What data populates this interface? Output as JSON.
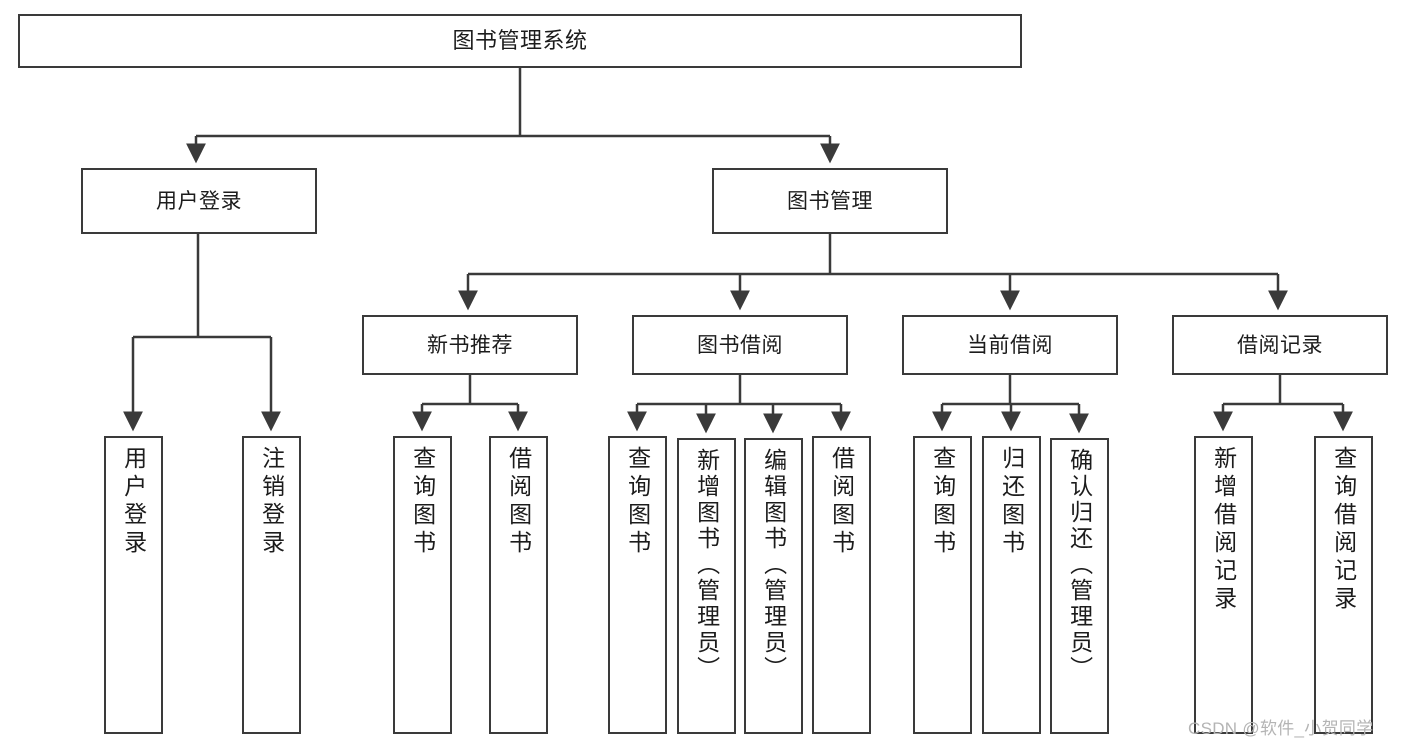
{
  "diagram": {
    "title": "图书管理系统",
    "type": "tree-hierarchy",
    "root": {
      "label": "图书管理系统"
    },
    "level2": [
      {
        "label": "用户登录"
      },
      {
        "label": "图书管理"
      }
    ],
    "level3": [
      {
        "label": "新书推荐"
      },
      {
        "label": "图书借阅"
      },
      {
        "label": "当前借阅"
      },
      {
        "label": "借阅记录"
      }
    ],
    "leaves": {
      "user_login": [
        {
          "label": "用户登录"
        },
        {
          "label": "注销登录"
        }
      ],
      "new_book_recommend": [
        {
          "label": "查询图书"
        },
        {
          "label": "借阅图书"
        }
      ],
      "book_borrow": [
        {
          "label": "查询图书"
        },
        {
          "label": "新增图书（管理员）"
        },
        {
          "label": "编辑图书（管理员）"
        },
        {
          "label": "借阅图书"
        }
      ],
      "current_borrow": [
        {
          "label": "查询图书"
        },
        {
          "label": "归还图书"
        },
        {
          "label": "确认归还（管理员）"
        }
      ],
      "borrow_record": [
        {
          "label": "新增借阅记录"
        },
        {
          "label": "查询借阅记录"
        }
      ]
    }
  },
  "watermark": {
    "text": "CSDN @软件_小贺同学"
  },
  "colors": {
    "stroke": "#3a3a3a",
    "text": "#1c1c1c",
    "background": "#ffffff",
    "watermark": "#b4b4b4"
  }
}
